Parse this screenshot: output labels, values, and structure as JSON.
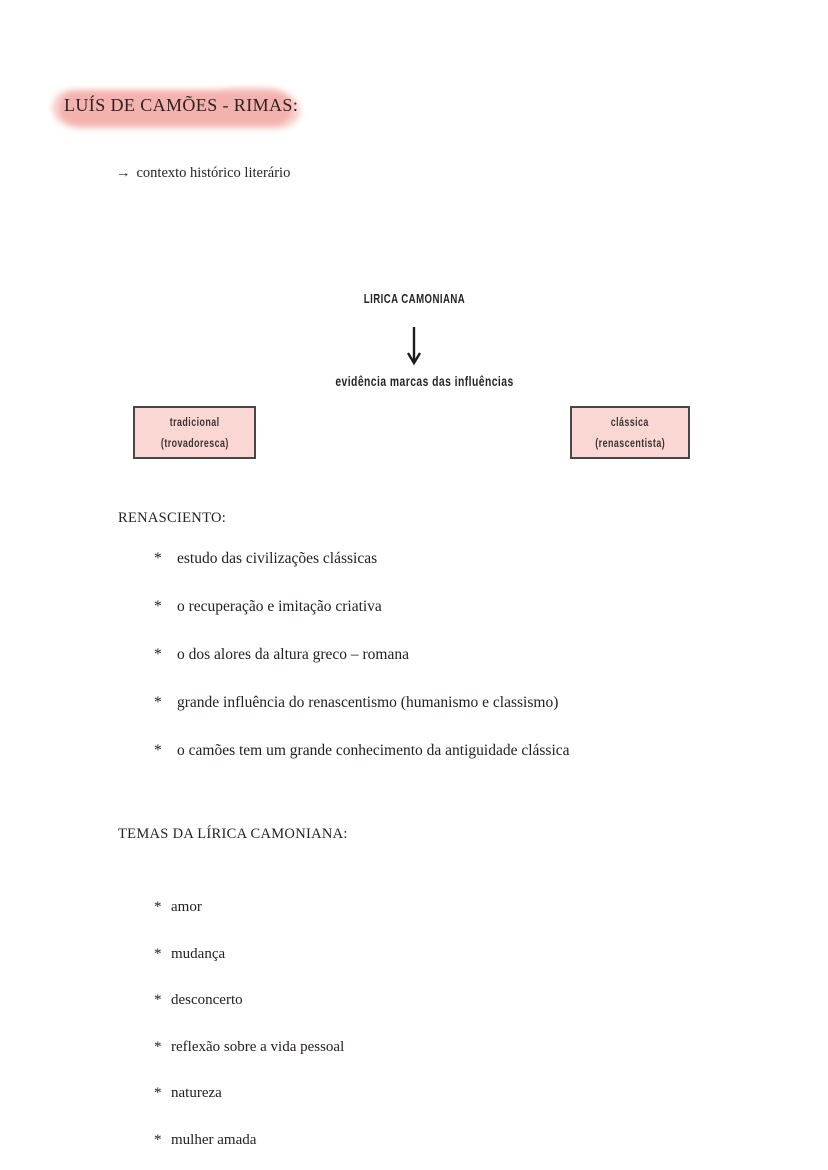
{
  "colors": {
    "highlight_pink": "#f4b2ae",
    "highlight_pink_light": "#f8cfcb",
    "box_fill": "#fbd7d4",
    "box_border": "#4b4545",
    "ink": "#26201f"
  },
  "header": {
    "title": "LUÍS DE CAMÕES - RIMAS:",
    "subtitle_arrow": "→",
    "subtitle_text": "contexto histórico literário"
  },
  "diagram": {
    "top_label": "LIRICA CAMONIANA",
    "caption": "evidência marcas das influências",
    "left_box": {
      "line1": "tradicional",
      "line2": "(trovadoresca)"
    },
    "right_box": {
      "line1": "clássica",
      "line2": "(renascentista)"
    }
  },
  "bullet_char": "*",
  "sections": [
    {
      "heading": "RENASCIENTO:",
      "items": [
        "estudo das civilizações clássicas",
        "o recuperação e imitação criativa",
        "o dos alores da altura greco – romana",
        "grande influência do renascentismo (humanismo e classismo)",
        "o camões tem um grande conhecimento da antiguidade clássica"
      ]
    },
    {
      "heading": "TEMAS DA LÍRICA CAMONIANA:",
      "items": [
        "amor",
        "mudança",
        "desconcerto",
        "reflexão sobre a vida pessoal",
        "natureza",
        "mulher amada"
      ]
    }
  ]
}
